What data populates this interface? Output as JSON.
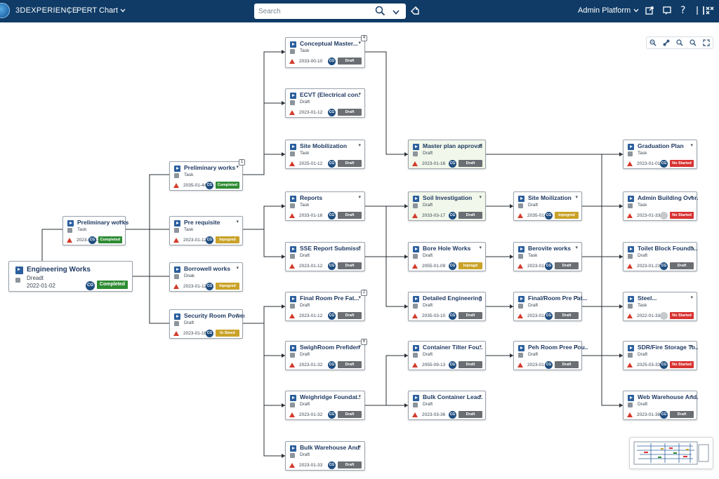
{
  "header": {
    "brand": "3DEXPERIENCE",
    "separator": "|",
    "app_title": "PERT Chart",
    "search_placeholder": "Search",
    "platform": "Admin Platform"
  },
  "nodes": [
    {
      "id": "n0",
      "title": "Engineering Works",
      "subtitle": "Dreadt",
      "date": "2022-01-02",
      "status": "Completed",
      "status_kind": "completed",
      "avatar": "CG",
      "big": true
    },
    {
      "id": "n1",
      "title": "Preliminary works",
      "subtitle": "Task",
      "date": "2023-01-12",
      "status": "Completed",
      "status_kind": "completed",
      "avatar": "CG"
    },
    {
      "id": "n2",
      "title": "Preliminary works",
      "subtitle": "Task",
      "date": "2035-01-44",
      "status": "Completed",
      "status_kind": "completed",
      "avatar": "CG",
      "count": "1"
    },
    {
      "id": "n3",
      "title": "Pre requisite",
      "subtitle": "Task",
      "date": "2023-01-12",
      "status": "Inpogred",
      "status_kind": "progress",
      "avatar": "CG"
    },
    {
      "id": "n4",
      "title": "Borrowell works",
      "subtitle": "Dnak",
      "date": "2023-01-12",
      "status": "Inpogred",
      "status_kind": "progress",
      "avatar": "CG"
    },
    {
      "id": "n5",
      "title": "Security Room Power...",
      "subtitle": "Draft",
      "date": "2023-01-16",
      "status": "In Steed",
      "status_kind": "progress",
      "avatar": "CG"
    },
    {
      "id": "n6",
      "title": "Conceptual Master...",
      "subtitle": "Task",
      "date": "2033-00-10",
      "status": "Draft",
      "status_kind": "draft",
      "avatar": "CG",
      "count": "4"
    },
    {
      "id": "n7",
      "title": "ECVT (Electrical con...",
      "subtitle": "Draft",
      "date": "2023-01-12",
      "status": "Draft",
      "status_kind": "draft",
      "avatar": "CG"
    },
    {
      "id": "n8",
      "title": "Site Mobilization",
      "subtitle": "Task",
      "date": "2025-01-12",
      "status": "Draft",
      "status_kind": "draft",
      "avatar": "CG"
    },
    {
      "id": "n9",
      "title": "Reports",
      "subtitle": "Task",
      "date": "2033-01-16",
      "status": "Draft",
      "status_kind": "draft",
      "avatar": "CG"
    },
    {
      "id": "n10",
      "title": "SSE Report Submissi...",
      "subtitle": "Draft",
      "date": "2023-01-12",
      "status": "Draft",
      "status_kind": "draft",
      "avatar": "CG"
    },
    {
      "id": "n11",
      "title": "Final Room Pre Fat...",
      "subtitle": "Draft",
      "date": "2023-01-12",
      "status": "Draft",
      "status_kind": "draft",
      "avatar": "CG",
      "count": "2"
    },
    {
      "id": "n12",
      "title": "SwighRoom Prefiden...",
      "subtitle": "Draft",
      "date": "2023-01-32",
      "status": "Draft",
      "status_kind": "draft",
      "avatar": "CG",
      "count": "6"
    },
    {
      "id": "n13",
      "title": "Weighridge Foundat...",
      "subtitle": "Draft",
      "date": "2023-01-32",
      "status": "Draft",
      "status_kind": "draft",
      "avatar": "CG"
    },
    {
      "id": "n14",
      "title": "Bulk Warehouse And...",
      "subtitle": "Draft",
      "date": "2023-01-33",
      "status": "Draft",
      "status_kind": "draft",
      "avatar": "CG"
    },
    {
      "id": "n15",
      "title": "Master plan approval",
      "subtitle": "Draft",
      "date": "2023-01-16",
      "status": "Draft",
      "status_kind": "draft",
      "avatar": "CG",
      "green": true
    },
    {
      "id": "n16",
      "title": "Soil Investigation",
      "subtitle": "Draft",
      "date": "2033-03-17",
      "status": "Draft",
      "status_kind": "draft",
      "avatar": "CG",
      "green": true
    },
    {
      "id": "n17",
      "title": "Bore Hole Works",
      "subtitle": "Draft",
      "date": "2055-01-09",
      "status": "Inpragd",
      "status_kind": "progress",
      "avatar": "CG"
    },
    {
      "id": "n18",
      "title": "Detailed Engineering",
      "subtitle": "Draft",
      "date": "2035-03-10",
      "status": "Draft",
      "status_kind": "draft",
      "avatar": "CG"
    },
    {
      "id": "n19",
      "title": "Container Tilter Fou...",
      "subtitle": "Draft",
      "date": "2055-09-13",
      "status": "Draft",
      "status_kind": "draft",
      "avatar": "CG"
    },
    {
      "id": "n20",
      "title": "Bulk Container Lead...",
      "subtitle": "Draft",
      "date": "2023-03-36",
      "status": "Draft",
      "status_kind": "draft",
      "avatar": "CG"
    },
    {
      "id": "n21",
      "title": "Site Moilization",
      "subtitle": "Draft",
      "date": "2035-01-01",
      "status": "Inpogred",
      "status_kind": "progress",
      "avatar": "CG"
    },
    {
      "id": "n22",
      "title": "Berovite works",
      "subtitle": "Task",
      "date": "2023-01-18",
      "status": "Draft",
      "status_kind": "draft",
      "avatar": "CG"
    },
    {
      "id": "n23",
      "title": "Final/Room Pre Fat...",
      "subtitle": "Draft",
      "date": "2023-01-14",
      "status": "Draft",
      "status_kind": "draft",
      "avatar": "CG"
    },
    {
      "id": "n24",
      "title": "Peh Room Pree Fou...",
      "subtitle": "Draft",
      "date": "2023-01-33",
      "status": "Draft",
      "status_kind": "draft",
      "avatar": "CG"
    },
    {
      "id": "n25",
      "title": "Graduation Plan",
      "subtitle": "Task",
      "date": "2023-01-01",
      "status": "No Started",
      "status_kind": "notstarted",
      "avatar": "CG"
    },
    {
      "id": "n26",
      "title": "Admin Building Over...",
      "subtitle": "Task",
      "date": "2023-01-33",
      "status": "No Started",
      "status_kind": "notstarted",
      "avatar": ""
    },
    {
      "id": "n27",
      "title": "Toilet Block Founda...",
      "subtitle": "Draft",
      "date": "2023-01-23",
      "status": "Draft",
      "status_kind": "draft",
      "avatar": "CG"
    },
    {
      "id": "n28",
      "title": "Steel...",
      "subtitle": "Task",
      "date": "2022-01-33",
      "status": "No Started",
      "status_kind": "notstarted",
      "avatar": ""
    },
    {
      "id": "n29",
      "title": "SDR/Fire Storage To...",
      "subtitle": "Draft",
      "date": "2025-03-33",
      "status": "No Started",
      "status_kind": "notstarted",
      "avatar": "CG"
    },
    {
      "id": "n30",
      "title": "Web Warehouse And...",
      "subtitle": "Draft",
      "date": "2023-01-38",
      "status": "Draft",
      "status_kind": "draft",
      "avatar": "CG"
    }
  ],
  "colors": {
    "topbar": "#0f3b66",
    "completed": "#2e8b33",
    "in_progress": "#c9a227",
    "not_started": "#d83232",
    "draft": "#6b6e72"
  }
}
